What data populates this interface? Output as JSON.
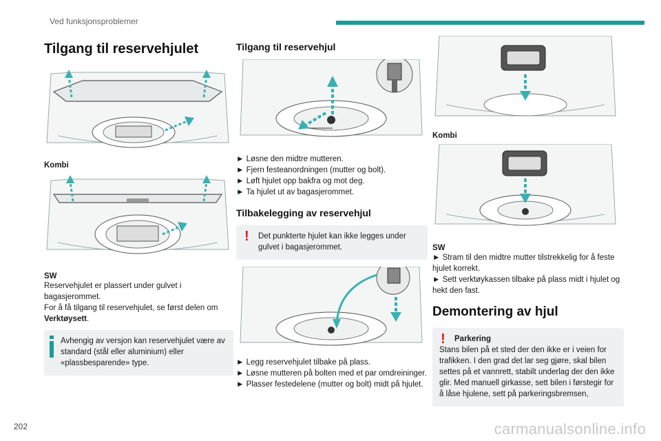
{
  "header": {
    "section_title": "Ved funksjonsproblemer"
  },
  "page_number": "202",
  "watermark": "carmanualsonline.info",
  "col1": {
    "title": "Tilgang til reservehjulet",
    "label_kombi": "Kombi",
    "label_sw": "SW",
    "para1": "Reservehjulet er plassert under gulvet i bagasjerommet.",
    "para2_pre": "For å få tilgang til reservehjulet, se først delen om ",
    "para2_bold": "Verktøysett",
    "para2_post": ".",
    "info": "Avhengig av versjon kan reservehjulet være av standard (stål eller aluminium) eller «plassbesparende» type."
  },
  "col2": {
    "title": "Tilgang til reservehjul",
    "steps": [
      "► Løsne den midtre mutteren.",
      "► Fjern festeanordningen (mutter og bolt).",
      "► Løft hjulet opp bakfra og mot deg.",
      "► Ta hjulet ut av bagasjerommet."
    ],
    "subtitle": "Tilbakelegging av reservehjul",
    "warn": "Det punkterte hjulet kan ikke legges under gulvet i bagasjerommet.",
    "steps2": [
      "► Legg reservehjulet tilbake på plass.",
      "► Løsne mutteren på bolten med et par omdreininger.",
      "► Plasser festedelene (mutter og bolt) midt på hjulet."
    ]
  },
  "col3": {
    "label_kombi": "Kombi",
    "label_sw": "SW",
    "steps": [
      "► Stram til den midtre mutter tilstrekkelig for å feste hjulet korrekt.",
      "► Sett verktøykassen tilbake på plass midt i hjulet og hekt den fast."
    ],
    "title": "Demontering av hjul",
    "warn_title": "Parkering",
    "warn_text": "Stans bilen på et sted der den ikke er i veien for trafikken. I den grad det lar seg gjøre, skal bilen settes på et vannrett, stabilt underlag der den ikke glir. Med manuell girkasse, sett bilen i førstegir for å låse hjulene, sett på parkeringsbremsen,"
  },
  "colors": {
    "accent": "#1e9a9a",
    "arrow": "#2aa5a5",
    "warning": "#e31b23",
    "info_bg": "#eef0f1"
  }
}
